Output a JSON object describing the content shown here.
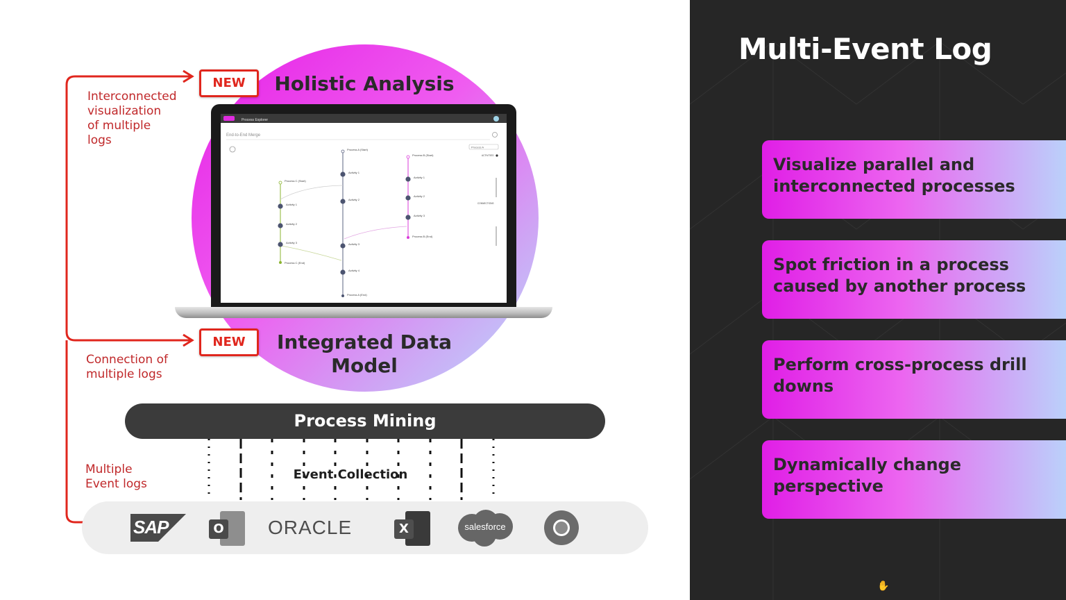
{
  "slide": {
    "title": "Multi-Event Log",
    "features": [
      {
        "label": "Visualize parallel and interconnected processes"
      },
      {
        "label": "Spot friction in a process caused by another process"
      },
      {
        "label": "Perform cross-process drill downs"
      },
      {
        "label": "Dynamically change perspective"
      }
    ]
  },
  "diagram": {
    "holistic_heading": "Holistic Analysis",
    "integrated_heading_line1": "Integrated Data",
    "integrated_heading_line2": "Model",
    "new_badge": "NEW",
    "label_interconnected": [
      "Interconnected",
      "visualization",
      "of multiple",
      "logs"
    ],
    "label_connection": [
      "Connection of",
      "multiple logs"
    ],
    "label_multiple": [
      "Multiple",
      "Event logs"
    ],
    "process_mining": "Process Mining",
    "event_collection": "Event Collection",
    "colors": {
      "accent_red": "#e0261d",
      "magenta": "#e620e6",
      "light_blue": "#b9dbfc",
      "dark_bar": "#3b3b3b"
    }
  },
  "screen": {
    "header_title": "Process Explorer",
    "search_placeholder": "End-to-End Merge",
    "dropdown_value": "Process A",
    "activities_label": "ACTIVITIES",
    "connections_label": "CONNECTIONS",
    "process_a_start": "Process A (Start)",
    "process_a_end": "Process A (End)",
    "process_b_start": "Process B (Start)",
    "process_b_end": "Process B (End)",
    "process_c_start": "Process C (Start)",
    "process_c_end": "Process C (End)",
    "activity_1": "Activity 1",
    "activity_2": "Activity 2",
    "activity_3": "Activity 3",
    "activity_4": "Activity 4"
  },
  "logos": {
    "sap": "SAP",
    "outlook": "O",
    "oracle": "ORACLE",
    "excel": "X",
    "salesforce": "salesforce",
    "chrome_icon": "chrome-icon"
  }
}
